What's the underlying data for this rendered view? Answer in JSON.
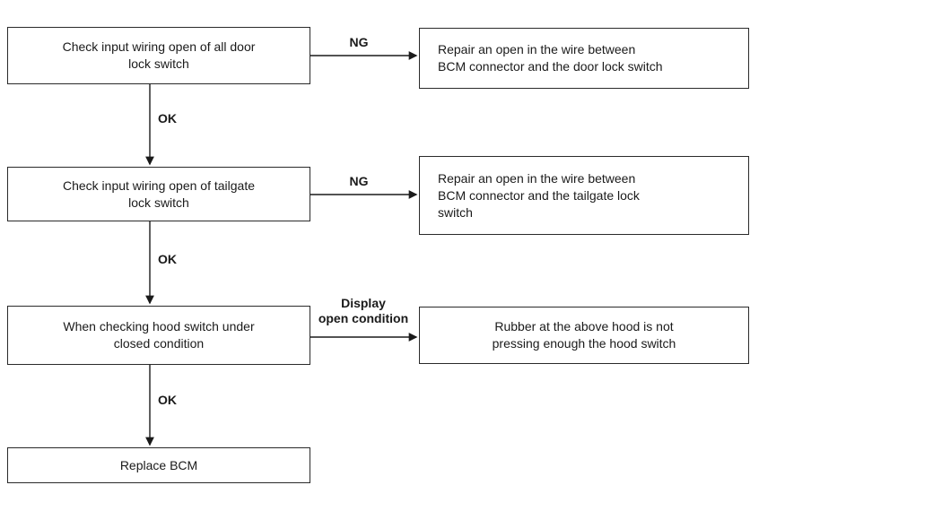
{
  "colors": {
    "line": "#1a1a1a",
    "text": "#1a1a1a",
    "background": "#ffffff"
  },
  "flowchart": {
    "steps": [
      {
        "text": "Check input wiring open of all door\nlock switch"
      },
      {
        "text": "Check input wiring open of tailgate\nlock switch"
      },
      {
        "text": "When checking hood switch under\nclosed condition"
      },
      {
        "text": "Replace BCM"
      }
    ],
    "results": [
      {
        "text": "Repair an open in the wire between\nBCM connector and the door lock switch"
      },
      {
        "text": "Repair an open in the wire between\nBCM connector and the tailgate lock\nswitch"
      },
      {
        "text": "Rubber at the above hood is not\npressing enough the hood switch"
      }
    ],
    "edge_labels": {
      "ng_1": "NG",
      "ng_2": "NG",
      "ok_1": "OK",
      "ok_2": "OK",
      "ok_3": "OK",
      "display_open_condition": "Display\nopen condition"
    }
  }
}
